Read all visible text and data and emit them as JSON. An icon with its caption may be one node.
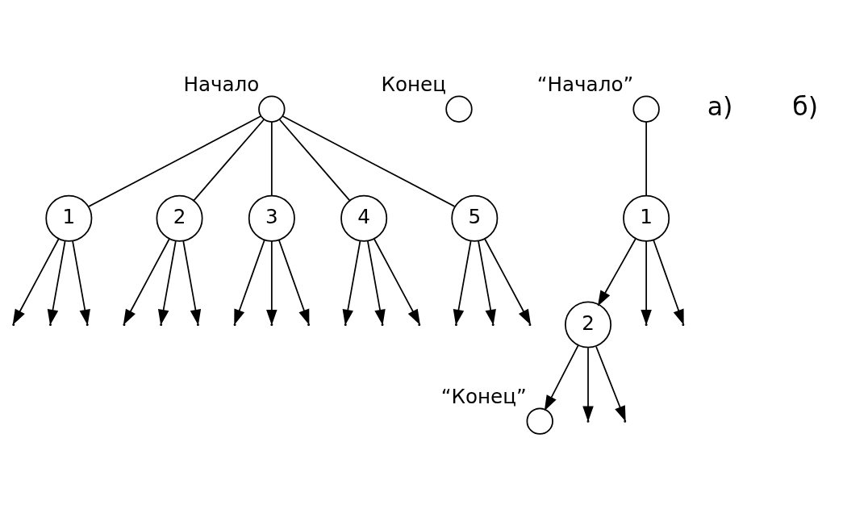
{
  "diagram": {
    "nodes": [
      {
        "text": [],
        "shape": "circle",
        "beside": [
          "Начало"
        ]
      },
      {
        "text": [
          "1"
        ]
      },
      {
        "text": [
          "2"
        ]
      },
      {
        "text": [
          "3"
        ]
      },
      {
        "text": [
          "4"
        ]
      },
      {
        "text": [
          "5"
        ]
      },
      {
        "text": [],
        "shape": "circle",
        "beside": [
          "Конец"
        ]
      },
      {
        "text": [],
        "shape": "circle",
        "beside": [
          "“Начало”"
        ]
      },
      {
        "text": [
          "1"
        ]
      },
      {
        "text": [
          "2"
        ]
      },
      {
        "text": [],
        "shape": "circle",
        "beside": [
          "“Конец”"
        ]
      }
    ],
    "edges": [
      {
        "from": 0,
        "to": 1,
        "arrow": "none"
      },
      {
        "from": 0,
        "to": 2,
        "arrow": "none"
      },
      {
        "from": 0,
        "to": 3,
        "arrow": "none"
      },
      {
        "from": 0,
        "to": 4,
        "arrow": "none"
      },
      {
        "from": 0,
        "to": 5,
        "arrow": "none"
      },
      {
        "from": 1,
        "to": null,
        "arrow": "to"
      },
      {
        "from": 1,
        "to": null,
        "arrow": "to"
      },
      {
        "from": 1,
        "to": null,
        "arrow": "to"
      },
      {
        "from": 2,
        "to": null,
        "arrow": "to"
      },
      {
        "from": 2,
        "to": null,
        "arrow": "to"
      },
      {
        "from": 2,
        "to": null,
        "arrow": "to"
      },
      {
        "from": 3,
        "to": null,
        "arrow": "to"
      },
      {
        "from": 3,
        "to": null,
        "arrow": "to"
      },
      {
        "from": 3,
        "to": null,
        "arrow": "to"
      },
      {
        "from": 4,
        "to": null,
        "arrow": "to"
      },
      {
        "from": 4,
        "to": null,
        "arrow": "to"
      },
      {
        "from": 4,
        "to": null,
        "arrow": "to"
      },
      {
        "from": 5,
        "to": null,
        "arrow": "to"
      },
      {
        "from": 5,
        "to": null,
        "arrow": "to"
      },
      {
        "from": 5,
        "to": null,
        "arrow": "to"
      },
      {
        "from": 7,
        "to": 8,
        "arrow": "none"
      },
      {
        "from": 8,
        "to": null,
        "arrow": "to"
      },
      {
        "from": 8,
        "to": null,
        "arrow": "to"
      },
      {
        "from": 8,
        "to": 9,
        "arrow": "to"
      },
      {
        "from": 9,
        "to": null,
        "arrow": "to"
      },
      {
        "from": 9,
        "to": null,
        "arrow": "to"
      },
      {
        "from": 9,
        "to": 10,
        "arrow": "to"
      }
    ],
    "labels": [
      "а)",
      "б)"
    ]
  }
}
